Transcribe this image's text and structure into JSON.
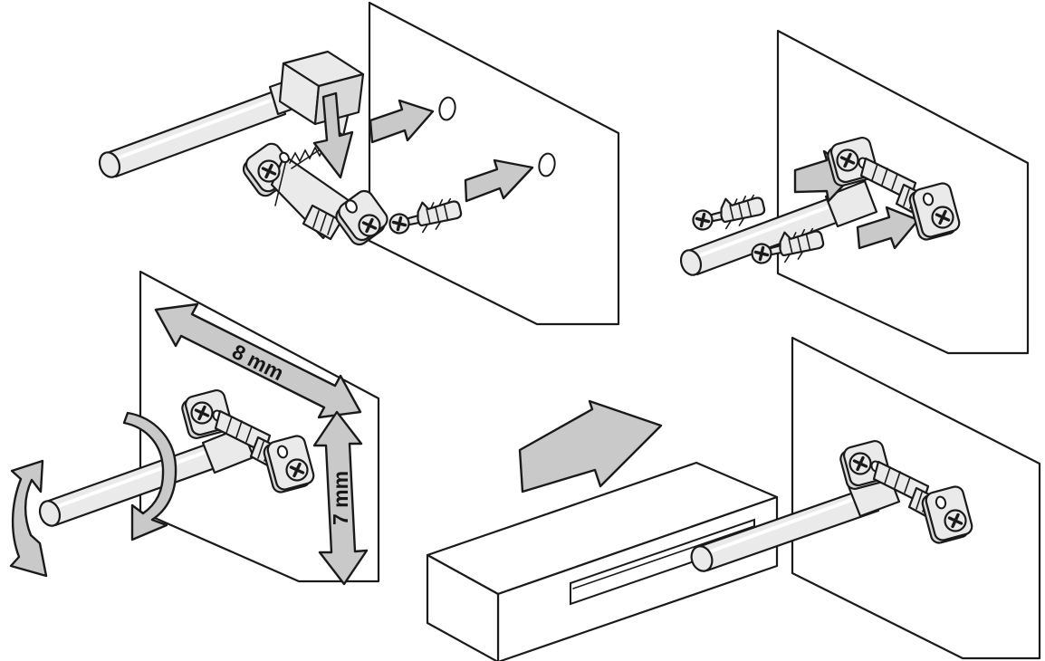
{
  "labels": {
    "horizontal_play": "8 mm",
    "vertical_play": "7 mm"
  },
  "colors": {
    "background": "#ffffff",
    "line": "#1a1a1a",
    "arrow_fill": "#c9c9c9",
    "part_fill": "#eaeaea",
    "part_fill_dark": "#d9d9d9"
  },
  "panels": [
    {
      "id": "step-1",
      "position": "top-left",
      "depicts": "support rod with mounting block above bracket; arrows point to two drill holes in wall"
    },
    {
      "id": "step-2",
      "position": "top-right",
      "depicts": "wall plugs with screws fastening the bracket to the wall"
    },
    {
      "id": "step-3",
      "position": "bottom-left",
      "depicts": "adjustment of mounted rod: 8 mm horizontal play, 7 mm vertical play, rotation"
    },
    {
      "id": "step-4",
      "position": "bottom-right",
      "depicts": "shelf with slot sliding onto the wall-mounted rod"
    }
  ]
}
